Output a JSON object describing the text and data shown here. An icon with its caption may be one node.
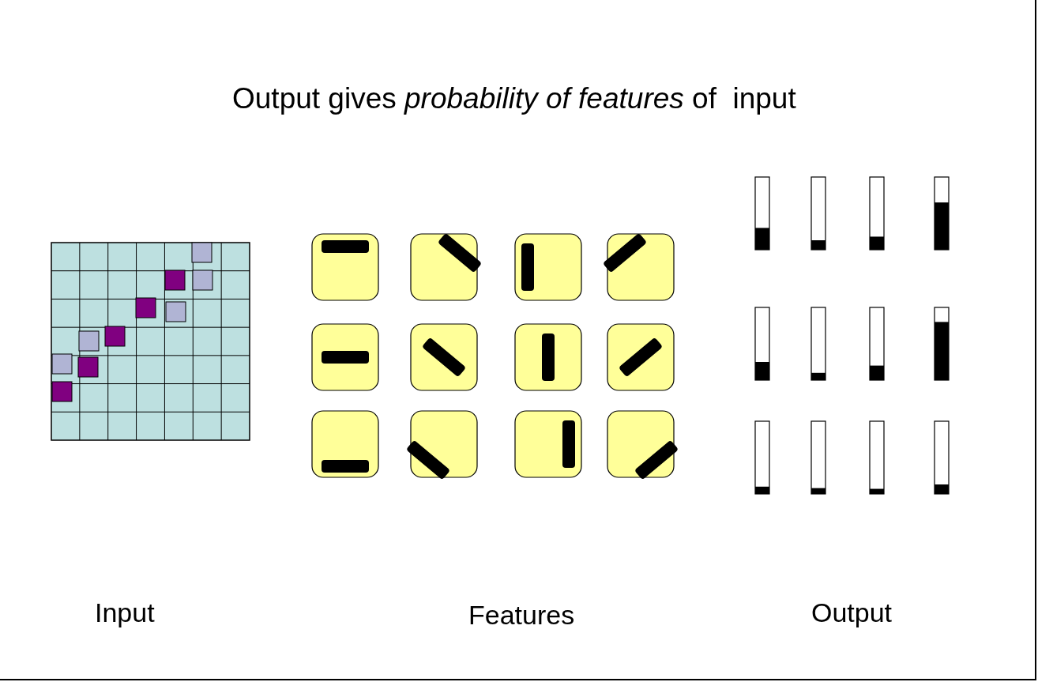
{
  "diagram": {
    "title": "Output gives *probability of features* of  input",
    "labels": [
      "Input",
      "Features",
      "Output"
    ]
  }
}
